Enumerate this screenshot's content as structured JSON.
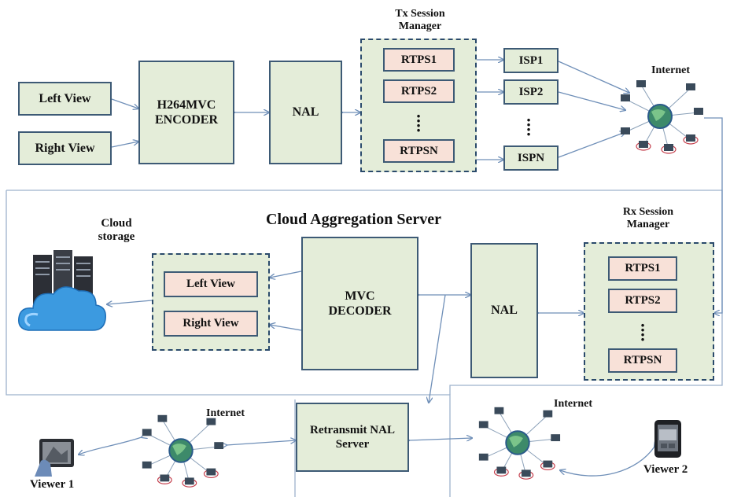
{
  "encoder_side": {
    "left_view": "Left View",
    "right_view": "Right View",
    "encoder_line1": "H264MVC",
    "encoder_line2": "ENCODER",
    "nal": "NAL"
  },
  "tx_session_manager": {
    "title_line1": "Tx Session",
    "title_line2": "Manager",
    "items": [
      "RTPS1",
      "RTPS2",
      "RTPSN"
    ]
  },
  "isps": [
    "ISP1",
    "ISP2",
    "ISPN"
  ],
  "internet_labels": {
    "top": "Internet",
    "bottom_left": "Internet",
    "bottom_right": "Internet"
  },
  "cloud_server": {
    "title": "Cloud Aggregation Server",
    "cloud_storage_line1": "Cloud",
    "cloud_storage_line2": "storage",
    "left_view": "Left View",
    "right_view": "Right View",
    "decoder_line1": "MVC",
    "decoder_line2": "DECODER",
    "nal": "NAL"
  },
  "rx_session_manager": {
    "title_line1": "Rx Session",
    "title_line2": "Manager",
    "items": [
      "RTPS1",
      "RTPS2",
      "RTPSN"
    ]
  },
  "retransmit": {
    "line1": "Retransmit NAL",
    "line2": "Server"
  },
  "viewers": {
    "viewer1": "Viewer 1",
    "viewer2": "Viewer 2"
  },
  "icons": [
    "network-globe-icon",
    "server-rack-icon",
    "cloud-icon",
    "tablet-icon",
    "phone-icon"
  ],
  "colors": {
    "box_fill": "#e4edd9",
    "box_border": "#3d5a75",
    "item_fill": "#f8e1d8",
    "arrow": "#6f8fb8"
  }
}
